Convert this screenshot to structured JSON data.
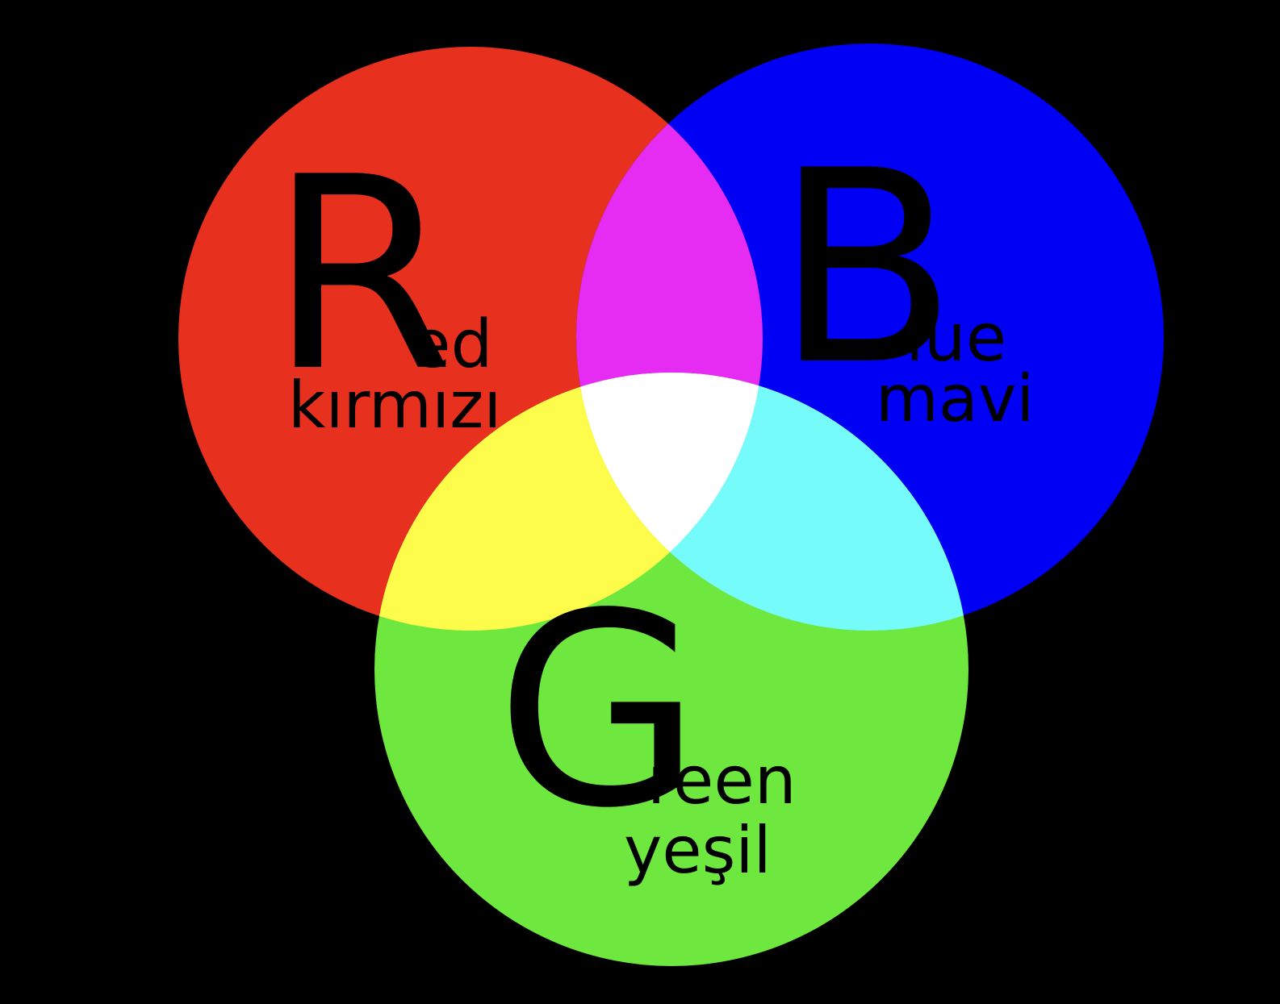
{
  "background": "#000000",
  "circles": {
    "red": {
      "color": "#e8301f",
      "initial": "R",
      "rest": "ed",
      "translation": "kırmızı"
    },
    "blue": {
      "color": "#0000f5",
      "initial": "B",
      "rest": "lue",
      "translation": "mavi"
    },
    "green": {
      "color": "#6ee83f",
      "initial": "G",
      "rest": "reen",
      "translation": "yeşil"
    }
  },
  "overlaps": {
    "red_blue": "#e62cf2",
    "red_green": "#fdfc4a",
    "blue_green": "#76fbfb",
    "all": "#ffffff"
  }
}
